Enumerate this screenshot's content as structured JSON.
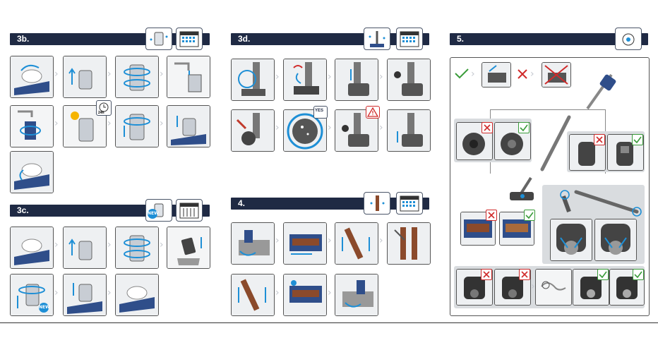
{
  "sections": {
    "s3b": {
      "label": "3b."
    },
    "s3c": {
      "label": "3c."
    },
    "s3d": {
      "label": "3d."
    },
    "s4": {
      "label": "4."
    },
    "s5": {
      "label": "5."
    }
  },
  "badges": {
    "time_24h": "24h",
    "yes": "YES",
    "new": "NEW",
    "new_small": "NEW"
  },
  "colors": {
    "header_bar": "#1f2a44",
    "accent_blue": "#1e8fd6",
    "ok_green": "#3a9c3a",
    "error_red": "#d02a2a",
    "panel_border": "#555555",
    "zone_gray": "#d9dcdf"
  },
  "icons": {
    "calendar": "calendar-icon",
    "filter": "filter-icon",
    "brush": "brush-icon",
    "check": "check-icon",
    "cross": "cross-icon",
    "clock": "clock-icon",
    "warning": "warning-icon",
    "sun": "sun-icon"
  }
}
